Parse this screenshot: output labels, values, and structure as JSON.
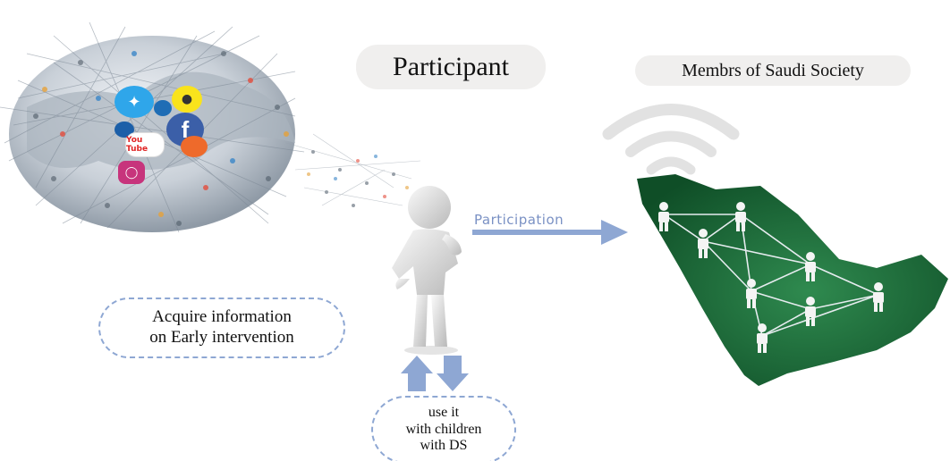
{
  "participant_label": "Participant",
  "members_label": "Membrs of Saudi Society",
  "participation_label": "Participation",
  "acquire_lines": [
    "Acquire information",
    "on Early intervention"
  ],
  "use_lines": [
    "use it",
    "with children",
    "with DS"
  ],
  "social_icons": [
    "twitter-icon",
    "snapchat-icon",
    "facebook-icon",
    "youtube-icon",
    "instagram-icon"
  ],
  "youtube_text": "You Tube",
  "facebook_letter": "f",
  "colors": {
    "map_green": "#1d6b3a",
    "arrow_blue": "#8ea7d3",
    "wifi_gray": "#e2e2e2",
    "pill_bg": "#f0efee"
  }
}
